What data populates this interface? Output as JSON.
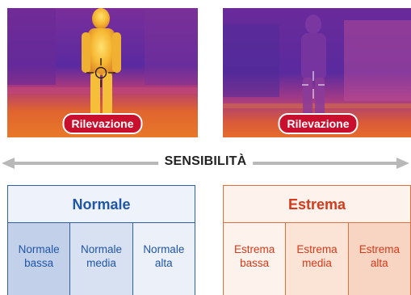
{
  "thermal_images": [
    {
      "id": "left",
      "label": "Rilevazione"
    },
    {
      "id": "right",
      "label": "Rilevazione"
    }
  ],
  "sensitivity_label": "SENSIBILITÀ",
  "groups": {
    "normale": {
      "title": "Normale",
      "cells": [
        {
          "line1": "Normale",
          "line2": "bassa"
        },
        {
          "line1": "Normale",
          "line2": "media"
        },
        {
          "line1": "Normale",
          "line2": "alta"
        }
      ]
    },
    "estrema": {
      "title": "Estrema",
      "cells": [
        {
          "line1": "Estrema",
          "line2": "bassa"
        },
        {
          "line1": "Estrema",
          "line2": "media"
        },
        {
          "line1": "Estrema",
          "line2": "alta"
        }
      ]
    }
  },
  "colors": {
    "pill": "#c8102e",
    "normale_accent": "#1f56a8",
    "estrema_accent": "#d63a1a",
    "arrow": "#b8b8b8"
  }
}
